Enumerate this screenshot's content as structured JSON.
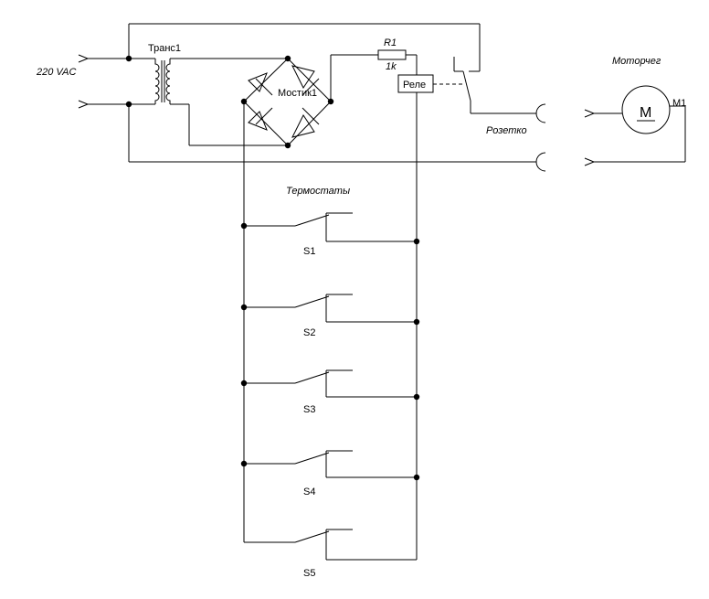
{
  "labels": {
    "supply": "220 VAC",
    "transformer": "Транс1",
    "bridge": "Мостик1",
    "resistor_name": "R1",
    "resistor_value": "1k",
    "relay": "Реле",
    "socket": "Розетко",
    "motor_title": "Моторчег",
    "motor_ref": "M1",
    "motor_symbol": "M",
    "thermostats": "Термостаты"
  },
  "switches": [
    "S1",
    "S2",
    "S3",
    "S4",
    "S5"
  ]
}
